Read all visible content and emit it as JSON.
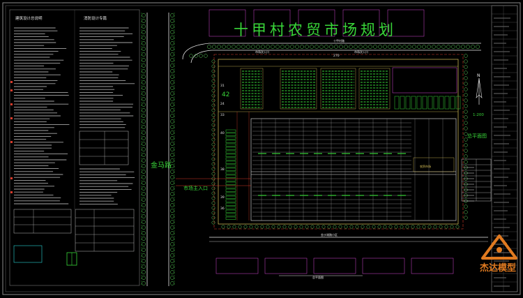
{
  "title": "十甲村农贸市场规划",
  "left_notes": {
    "col1_title": "建筑设计总说明",
    "col2_title": "消防设计专篇"
  },
  "road_west": "金马路",
  "road_top_label": "十甲村路",
  "road_bottom_label": "金沙湖路小区",
  "main_entrance": "市场主入口",
  "top_entrance_1": "市场次入口",
  "top_entrance_2": "市场次入口",
  "dims": {
    "top_width": "270",
    "left_height": "42",
    "d24": "24",
    "d31": "31",
    "d33": "33",
    "d38": "38",
    "d39": "39",
    "d36": "36",
    "d40": "40"
  },
  "bottom_caption": "总平面图",
  "market_label": "农贸市场",
  "plan_label": "总平面图",
  "scale": "1:200",
  "north_label": "N",
  "logo_text": "杰达模型",
  "colors": {
    "bg": "#000000",
    "frame": "#9a9a9a",
    "green": "#39d639",
    "tree": "#5fd35f",
    "yellow": "#e0c85a",
    "red": "#d83a2a",
    "white": "#e8e8e8",
    "cyan": "#2ad6d6",
    "magenta": "#d64ad6"
  }
}
